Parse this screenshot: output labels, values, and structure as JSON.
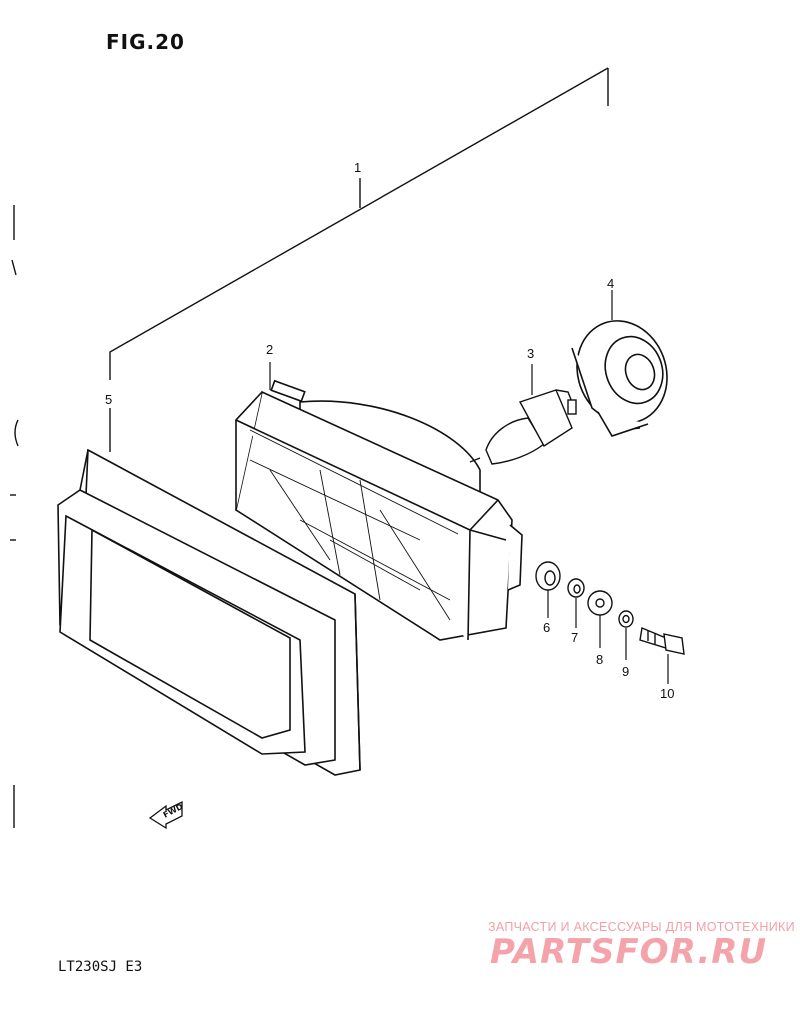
{
  "figure": {
    "title": "FIG.20"
  },
  "model": {
    "code": "LT230SJ  E3"
  },
  "callouts": [
    "1",
    "2",
    "3",
    "4",
    "5",
    "6",
    "7",
    "8",
    "9",
    "10"
  ],
  "direction_label": "FWD",
  "watermark": {
    "tagline": "ЗАПЧАСТИ И АКСЕССУАРЫ ДЛЯ МОТОТЕХНИКИ",
    "brand": "PARTSFOR.RU",
    "color": "#f4a3ab"
  },
  "colors": {
    "ink": "#111111",
    "background": "#ffffff"
  }
}
